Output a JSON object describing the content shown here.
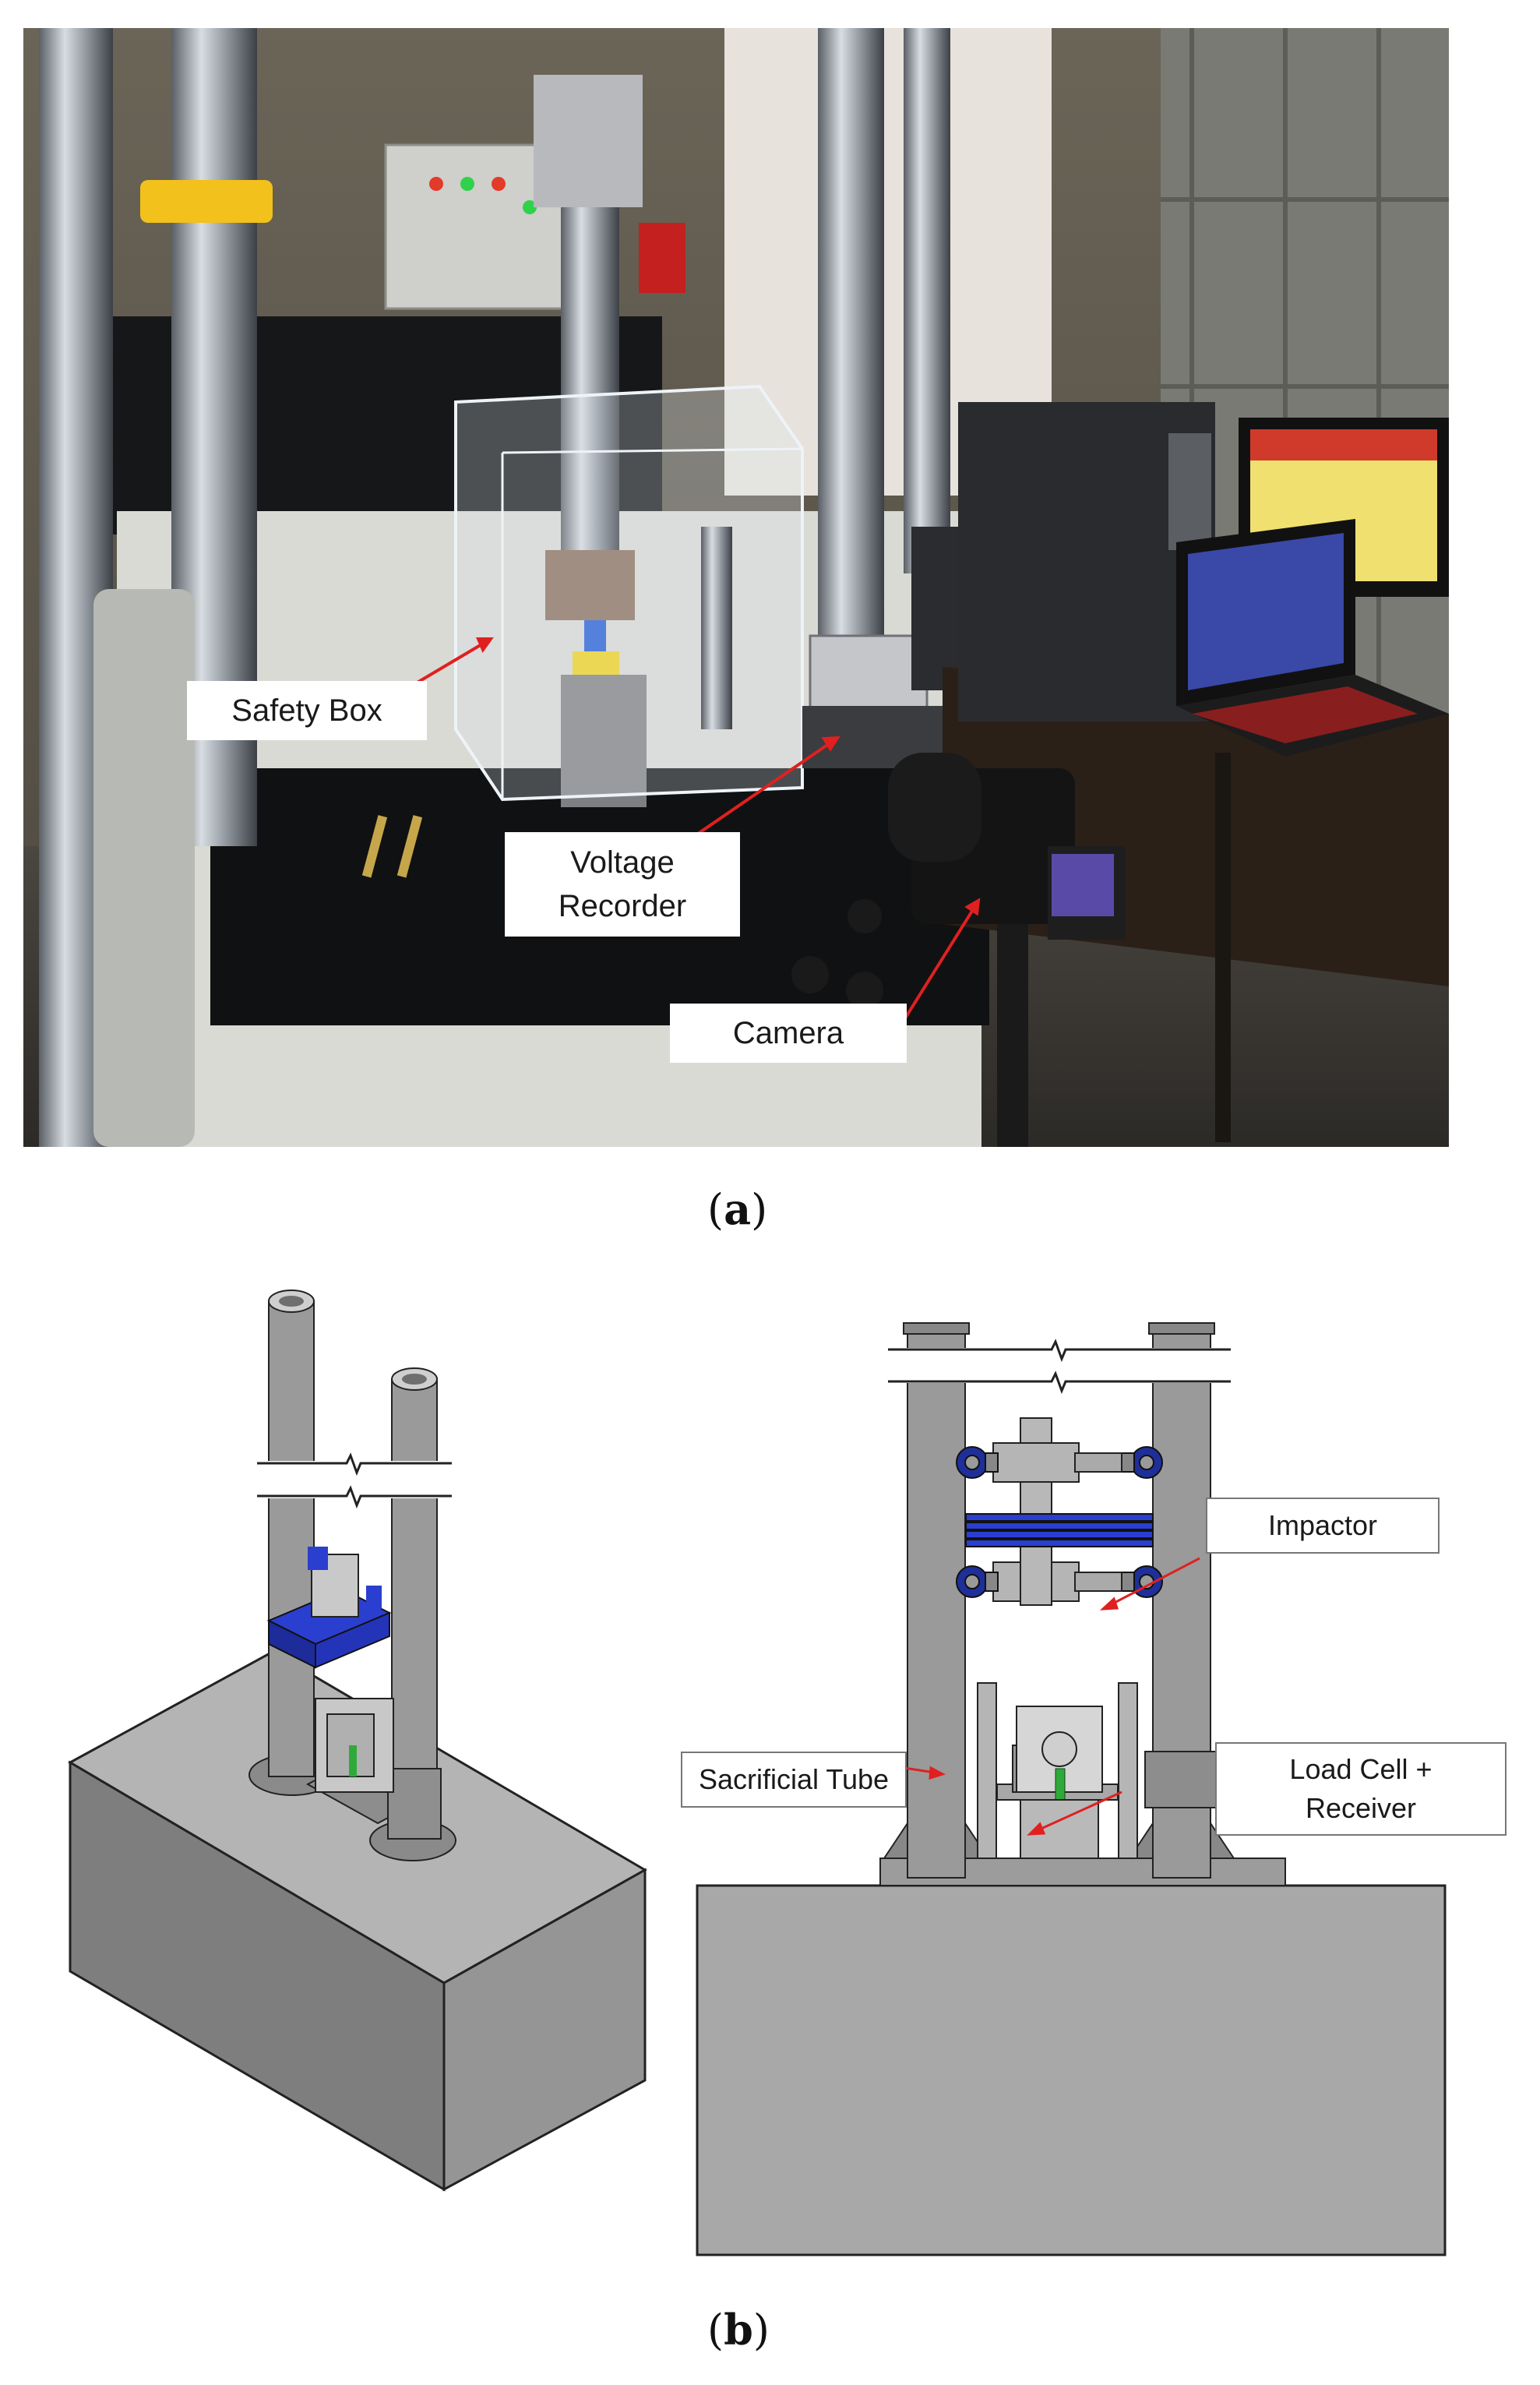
{
  "panel_a": {
    "caption_open": "(",
    "caption_letter": "a",
    "caption_close": ")",
    "labels": {
      "safety_box": "Safety Box",
      "voltage_recorder_line1": "Voltage",
      "voltage_recorder_line2": "Recorder",
      "camera": "Camera"
    }
  },
  "panel_b": {
    "caption_open": "(",
    "caption_letter": "b",
    "caption_close": ")",
    "labels": {
      "impactor": "Impactor",
      "sacrificial_tube": "Sacrificial Tube",
      "load_cell_line1": "Load Cell +",
      "load_cell_line2": "Receiver"
    }
  },
  "colors": {
    "annotation_arrow": "#e02020",
    "impactor_blue": "#2a3fd0",
    "concrete_gray": "#a8a8a8",
    "steel_gray": "#9a9a9a"
  }
}
